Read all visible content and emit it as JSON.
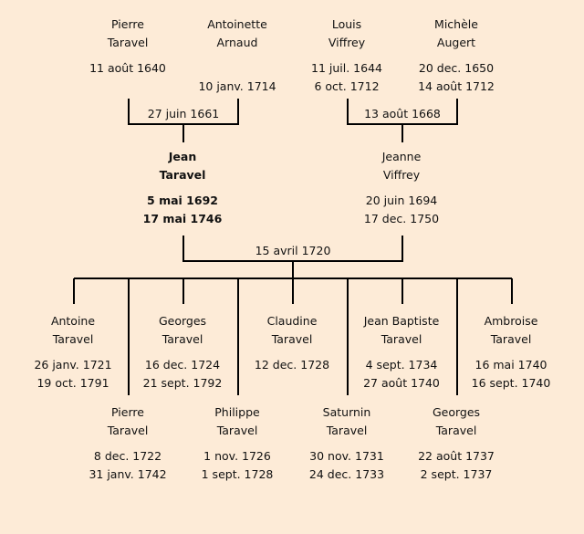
{
  "grandparents": [
    {
      "id": "pierre-taravel-sr",
      "first": "Pierre",
      "last": "Taravel",
      "birth": "11 août 1640",
      "death": ""
    },
    {
      "id": "antoinette-arnaud",
      "first": "Antoinette",
      "last": "Arnaud",
      "birth": "",
      "death": "10 janv. 1714"
    },
    {
      "id": "louis-viffrey",
      "first": "Louis",
      "last": "Viffrey",
      "birth": "11 juil. 1644",
      "death": "6 oct. 1712"
    },
    {
      "id": "michele-augert",
      "first": "Michèle",
      "last": "Augert",
      "birth": "20 dec. 1650",
      "death": "14 août 1712"
    }
  ],
  "parents": [
    {
      "id": "jean-taravel",
      "first": "Jean",
      "last": "Taravel",
      "birth": "5 mai 1692",
      "death": "17 mai 1746",
      "highlighted": true
    },
    {
      "id": "jeanne-viffrey",
      "first": "Jeanne",
      "last": "Viffrey",
      "birth": "20 juin 1694",
      "death": "17 dec. 1750"
    }
  ],
  "marriages": {
    "taravel_arnaud": "27 juin 1661",
    "viffrey_augert": "13 août 1668",
    "jean_jeanne": "15 avril 1720"
  },
  "children": [
    {
      "id": "antoine",
      "first": "Antoine",
      "last": "Taravel",
      "birth": "26 janv. 1721",
      "death": "19 oct. 1791"
    },
    {
      "id": "pierre",
      "first": "Pierre",
      "last": "Taravel",
      "birth": "8 dec. 1722",
      "death": "31 janv. 1742"
    },
    {
      "id": "georges-1724",
      "first": "Georges",
      "last": "Taravel",
      "birth": "16 dec. 1724",
      "death": "21 sept. 1792"
    },
    {
      "id": "philippe",
      "first": "Philippe",
      "last": "Taravel",
      "birth": "1 nov. 1726",
      "death": "1 sept. 1728"
    },
    {
      "id": "claudine",
      "first": "Claudine",
      "last": "Taravel",
      "birth": "12 dec. 1728",
      "death": ""
    },
    {
      "id": "saturnin",
      "first": "Saturnin",
      "last": "Taravel",
      "birth": "30 nov. 1731",
      "death": "24 dec. 1733"
    },
    {
      "id": "jean-baptiste",
      "first": "Jean Baptiste",
      "last": "Taravel",
      "birth": "4 sept. 1734",
      "death": "27 août 1740"
    },
    {
      "id": "georges-1737",
      "first": "Georges",
      "last": "Taravel",
      "birth": "22 août 1737",
      "death": "2 sept. 1737"
    },
    {
      "id": "ambroise",
      "first": "Ambroise",
      "last": "Taravel",
      "birth": "16 mai 1740",
      "death": "16 sept. 1740"
    }
  ],
  "colors": {
    "background": "#fdebd7",
    "line": "#000000",
    "text": "#111111"
  }
}
